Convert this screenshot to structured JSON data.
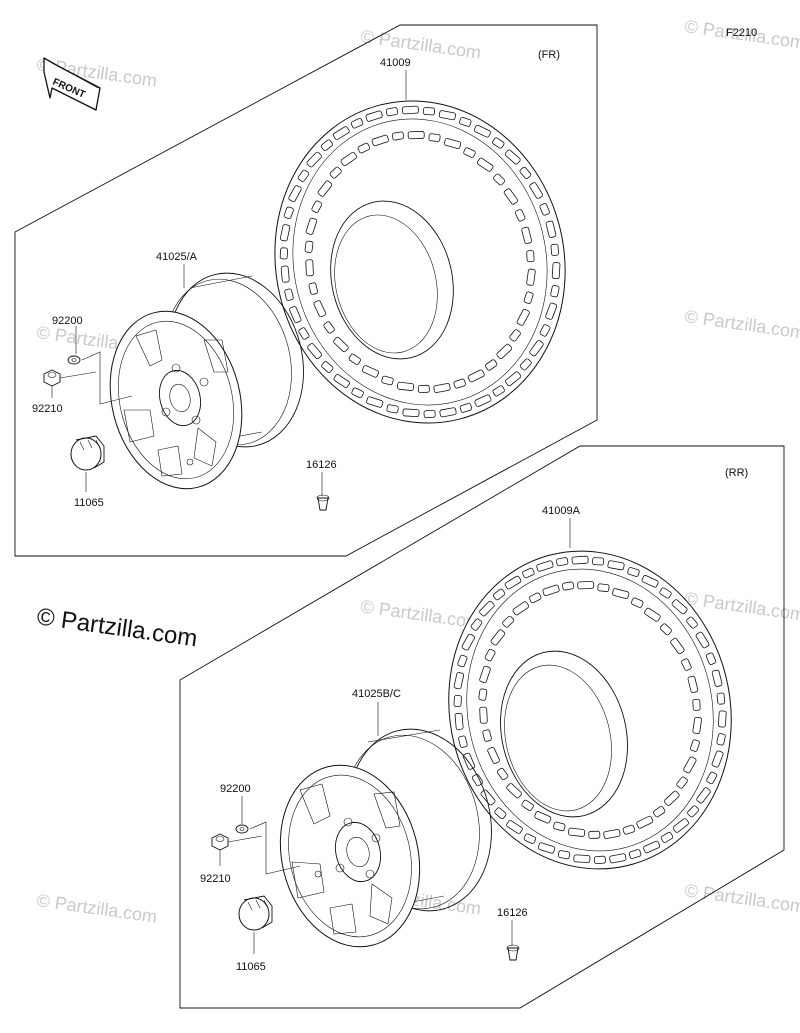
{
  "figure_code": "F2210",
  "front_arrow_label": "FRONT",
  "watermark": "© Partzilla.com",
  "watermark_large": "© Partzilla.com",
  "front_section": {
    "tag": "(FR)",
    "parts": {
      "tire": "41009",
      "wheel": "41025/A",
      "washer": "92200",
      "nut": "92210",
      "cap": "11065",
      "valve": "16126"
    }
  },
  "rear_section": {
    "tag": "(RR)",
    "parts": {
      "tire": "41009A",
      "wheel": "41025B/C",
      "washer": "92200",
      "nut": "92210",
      "cap": "11065",
      "valve": "16126"
    }
  }
}
